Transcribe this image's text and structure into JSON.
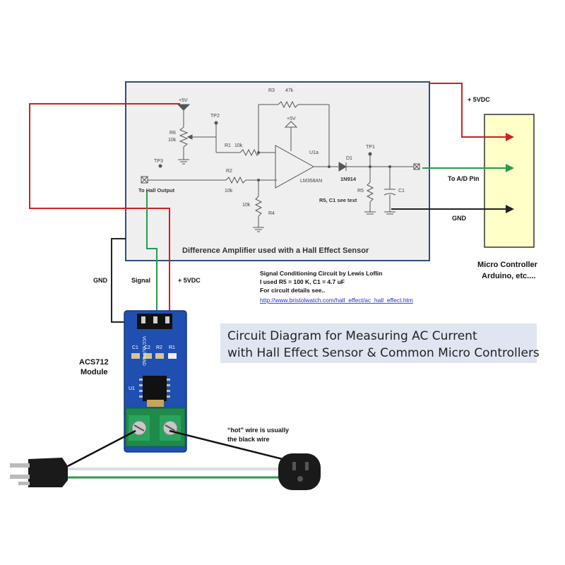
{
  "schematic": {
    "title": "Difference Amplifier used with a Hall Effect Sensor",
    "supply_label": "+5V",
    "opamp_supply": "+5V",
    "r3": "R3",
    "r3_val": "47k",
    "r6": "R6",
    "r6_val": "10k",
    "r1": "R1",
    "r1_val": "10k",
    "r2": "R2",
    "r2_val": "10k",
    "r4": "R4",
    "r4_val": "10k",
    "r5": "R5",
    "c1": "C1",
    "tp1": "TP1",
    "tp2": "TP2",
    "tp3": "TP3",
    "opamp_ref": "U1a",
    "opamp_part": "LM358AN",
    "diode_ref": "D1",
    "diode_part": "1N914",
    "note": "R5, C1 see text",
    "hall_output": "To Hall Output"
  },
  "labels": {
    "vdc_top": "+ 5VDC",
    "to_ad": "To A/D Pin",
    "gnd_right": "GND",
    "mcu_line1": "Micro Controller",
    "mcu_line2": "Arduino, etc....",
    "gnd_left": "GND",
    "signal": "Signal",
    "vdc_bottom": "+ 5VDC",
    "module_line1": "ACS712",
    "module_line2": "Module",
    "hot_line1": "“hot” wire is usually",
    "hot_line2": "the black wire"
  },
  "credits": {
    "line1": "Signal  Conditioning  Circuit by Lewis Loflin",
    "line2": "I used R5 = 100 K, C1 = 4.7 uF",
    "line3": "For circuit details  see..",
    "url": "http://www.bristolwatch.com/hall_effect/ac_hall_effect.htm"
  },
  "caption": {
    "line1": "Circuit Diagram for Measuring AC Current",
    "line2": "with Hall Effect Sensor & Common Micro Controllers"
  },
  "board": {
    "header_pins": "VCC OUT GND",
    "c1": "C1",
    "c2": "C2",
    "r2": "R2",
    "r1": "R1",
    "u1": "U1"
  },
  "colors": {
    "red_wire": "#cc2222",
    "green_wire": "#2a9a4a",
    "black_wire": "#222222",
    "pcb_blue": "#1f4fb0",
    "terminal_green": "#1f8a4a",
    "mcu_fill": "#ffffc8",
    "schematic_bg": "#efefef",
    "schematic_border": "#2f4f78"
  }
}
